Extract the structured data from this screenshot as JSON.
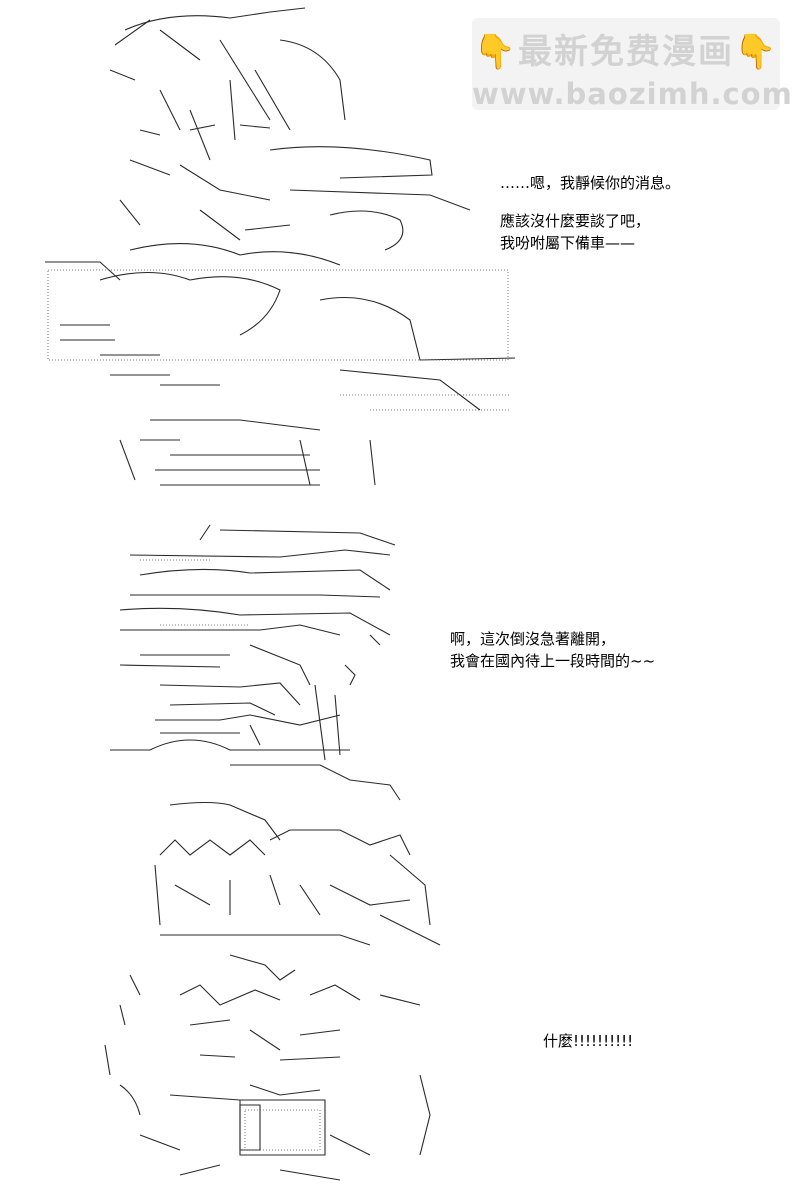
{
  "watermark": {
    "top_text": "最新免费漫画",
    "left_icon": "pointing-down-hand-icon",
    "right_icon": "pointing-down-hand-icon",
    "bottom_text": "www.baozimh.com"
  },
  "panels": [
    {
      "art": "ascii-art-character-holding-object",
      "lines": [
        "……嗯，我靜候你的消息。",
        "應該沒什麼要談了吧，",
        "我吩咐屬下備車——"
      ]
    },
    {
      "art": "ascii-art-dark-haired-character",
      "lines": [
        "啊，這次倒沒急著離開，",
        "我會在國內待上一段時間的~~"
      ]
    },
    {
      "art": "ascii-art-shocked-character-face",
      "lines": [
        "什麼!!!!!!!!!!"
      ]
    }
  ]
}
